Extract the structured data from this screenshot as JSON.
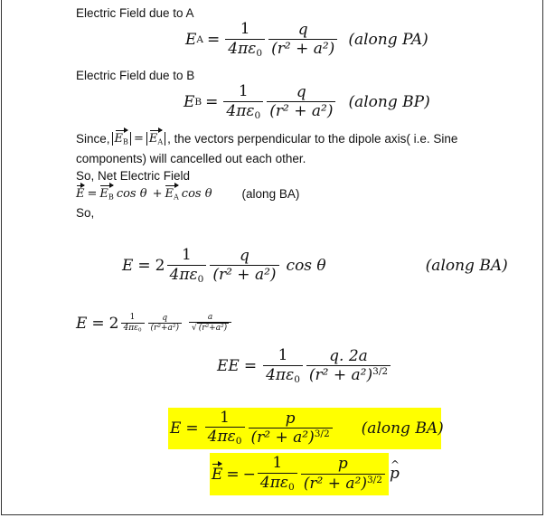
{
  "text": {
    "field_a_heading": "Electric Field due to A",
    "field_b_heading": "Electric Field due to B",
    "since_prefix": "Since,",
    "since_suffix": ", the vectors perpendicular to the dipole axis( i.e. Sine",
    "since_line2": "components) will cancelled out each other.",
    "net_field": "So, Net Electric Field",
    "along_ba_text": "(along BA)",
    "so": "So,"
  },
  "math": {
    "ea_lhs": "E",
    "ea_sub": "A",
    "eb_lhs": "E",
    "eb_sub": "B",
    "equals": "=",
    "one": "1",
    "q": "q",
    "four_pi_eps": "4πε",
    "zero": "0",
    "r2a2": "(r² + a²)",
    "along_pa": "(along PA)",
    "along_bp": "(along BP)",
    "along_ba": "(along BA)",
    "cos_theta": "cos θ",
    "two": "2",
    "a": "a",
    "r2a2_small": "(r²+a²)",
    "ee": "EE",
    "q2a": "q. 2a",
    "r2a2_32": "(r² + a²)",
    "three_halves": "3/2",
    "p": "p",
    "minus": "−",
    "e_vec": "E",
    "p_hat": "p"
  }
}
